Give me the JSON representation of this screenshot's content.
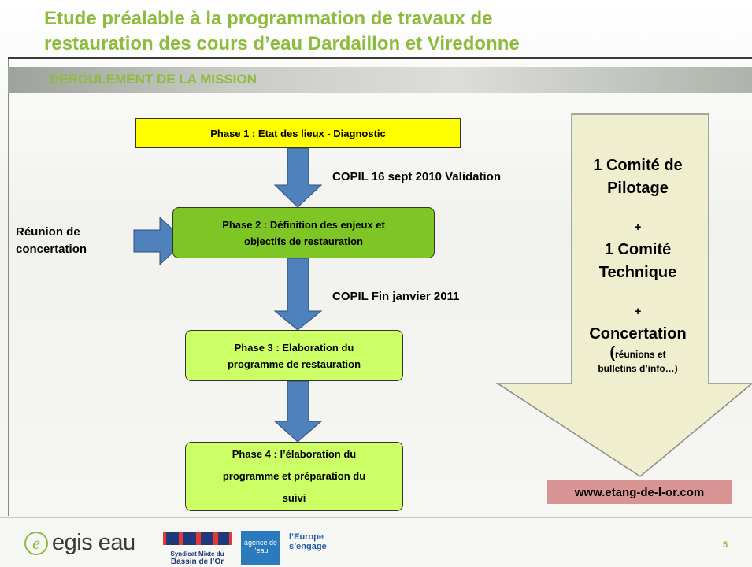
{
  "title": {
    "line1": "Etude préalable à la programmation de travaux de",
    "line2": "restauration des cours d’eau Dardaillon et Viredonne"
  },
  "section": "DEROULEMENT DE LA MISSION",
  "phases": {
    "p1": "Phase 1 : Etat des lieux - Diagnostic",
    "p2_l1": "Phase 2 : Définition des enjeux et",
    "p2_l2": "objectifs de restauration",
    "p3_l1": "Phase 3 : Elaboration du",
    "p3_l2": "programme de restauration",
    "p4_l1": "Phase 4 : l’élaboration du",
    "p4_l2": "programme et préparation du",
    "p4_l3": "suivi"
  },
  "labels": {
    "copil1": "COPIL 16 sept 2010 Validation",
    "copil2": "COPIL Fin janvier 2011",
    "reunion_l1": "Réunion de",
    "reunion_l2": "concertation"
  },
  "big_arrow": {
    "t1": "1 Comité de",
    "t2": "Pilotage",
    "plus1": "+",
    "t3": "1 Comité",
    "t4": "Technique",
    "plus2": "+",
    "t5": "Concertation",
    "paren": "(",
    "s1": "réunions et",
    "s2": "bulletins d’info…)"
  },
  "url": "www.etang-de-l-or.com",
  "footer": {
    "egis": "egis eau",
    "syndicat_small": "Syndicat Mixte du",
    "syndicat_big": "Bassin de l’Or",
    "agence": "agence de l’eau",
    "europe": "l’Europe s’engage",
    "page": "5"
  },
  "colors": {
    "title_green": "#8dbb3e",
    "phase1_yellow": "#ffff00",
    "phase2_green": "#7ec526",
    "phase34_lime": "#ccff66",
    "arrow_blue": "#4f81bd",
    "big_arrow_fill": "#efeecf",
    "url_pink": "#d99594"
  }
}
